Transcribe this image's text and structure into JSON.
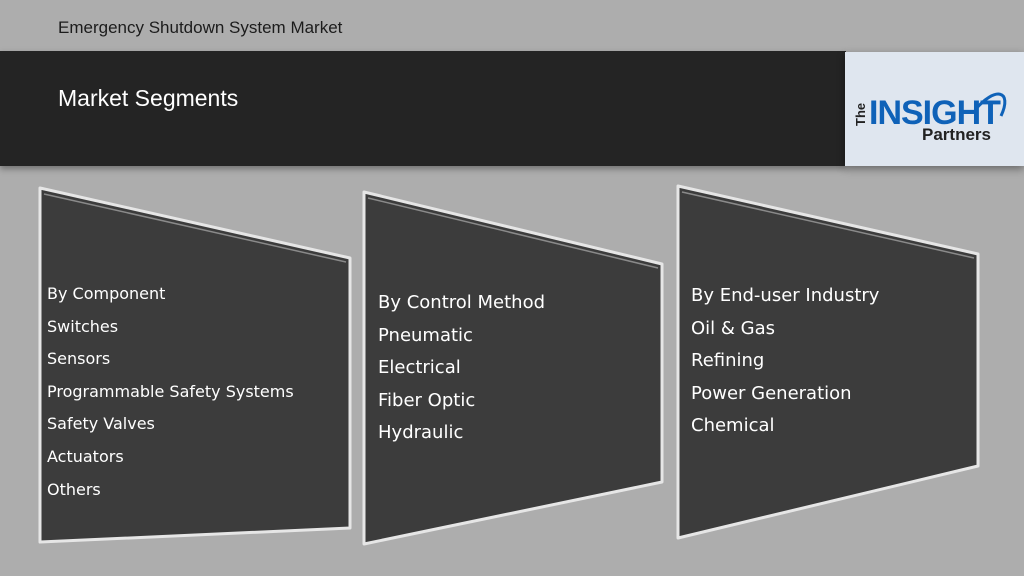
{
  "header": {
    "top_title": "Emergency Shutdown System Market",
    "section_title": "Market Segments"
  },
  "logo": {
    "line1": "The",
    "line2": "INSIGHT",
    "line3": "Partners"
  },
  "segments": [
    {
      "items": [
        "By Component",
        "Switches",
        "Sensors",
        "Programmable Safety Systems",
        "Safety Valves",
        "Actuators",
        "Others"
      ]
    },
    {
      "items": [
        "By Control Method",
        "Pneumatic",
        "Electrical",
        "Fiber Optic",
        "Hydraulic"
      ]
    },
    {
      "items": [
        "By End-user Industry",
        "Oil & Gas",
        "Refining",
        "Power Generation",
        "Chemical"
      ]
    }
  ],
  "colors": {
    "background": "#adadad",
    "header_band": "#242424",
    "panel_fill": "#3c3c3c",
    "panel_border": "#e6e6e6",
    "logo_blue": "#0f62b8",
    "logo_bg": "#dfe6ef"
  }
}
